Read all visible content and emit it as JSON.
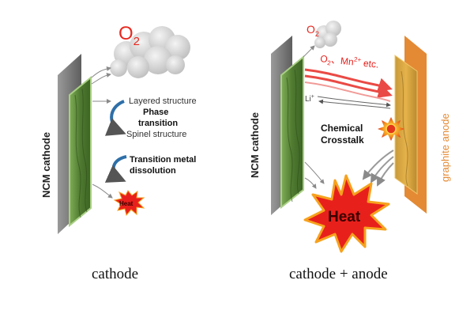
{
  "left_panel": {
    "electrode_label": "NCM cathode",
    "gas_label": "O",
    "gas_subscript": "2",
    "layered_label": "Layered structure",
    "phase_label_1": "Phase",
    "phase_label_2": "transition",
    "spinel_label": "Spinel structure",
    "dissolution_label_1": "Transition metal",
    "dissolution_label_2": "dissolution",
    "heat_label": "Heat",
    "caption": "cathode"
  },
  "right_panel": {
    "cathode_label": "NCM cathode",
    "anode_label": "graphite anode",
    "gas_label": "O",
    "gas_subscript": "2",
    "species_o2": "O",
    "species_o2_sub": "2",
    "species_sep": "、",
    "species_mn": "Mn",
    "species_mn_sup": "2+",
    "species_etc": " etc.",
    "li_label": "Li",
    "li_sup": "+",
    "crosstalk_label_1": "Chemical",
    "crosstalk_label_2": "Crosstalk",
    "heat_label": "Heat",
    "caption": "cathode + anode"
  },
  "colors": {
    "heat_red": "#e8201c",
    "heat_orange": "#f6a21e",
    "flow_red": "#ea4a45",
    "cathode_green": "#5e8c3a",
    "anode_orange": "#e48a34",
    "gas_red": "#e8281f",
    "arrow_blue": "#2e6fa8"
  }
}
